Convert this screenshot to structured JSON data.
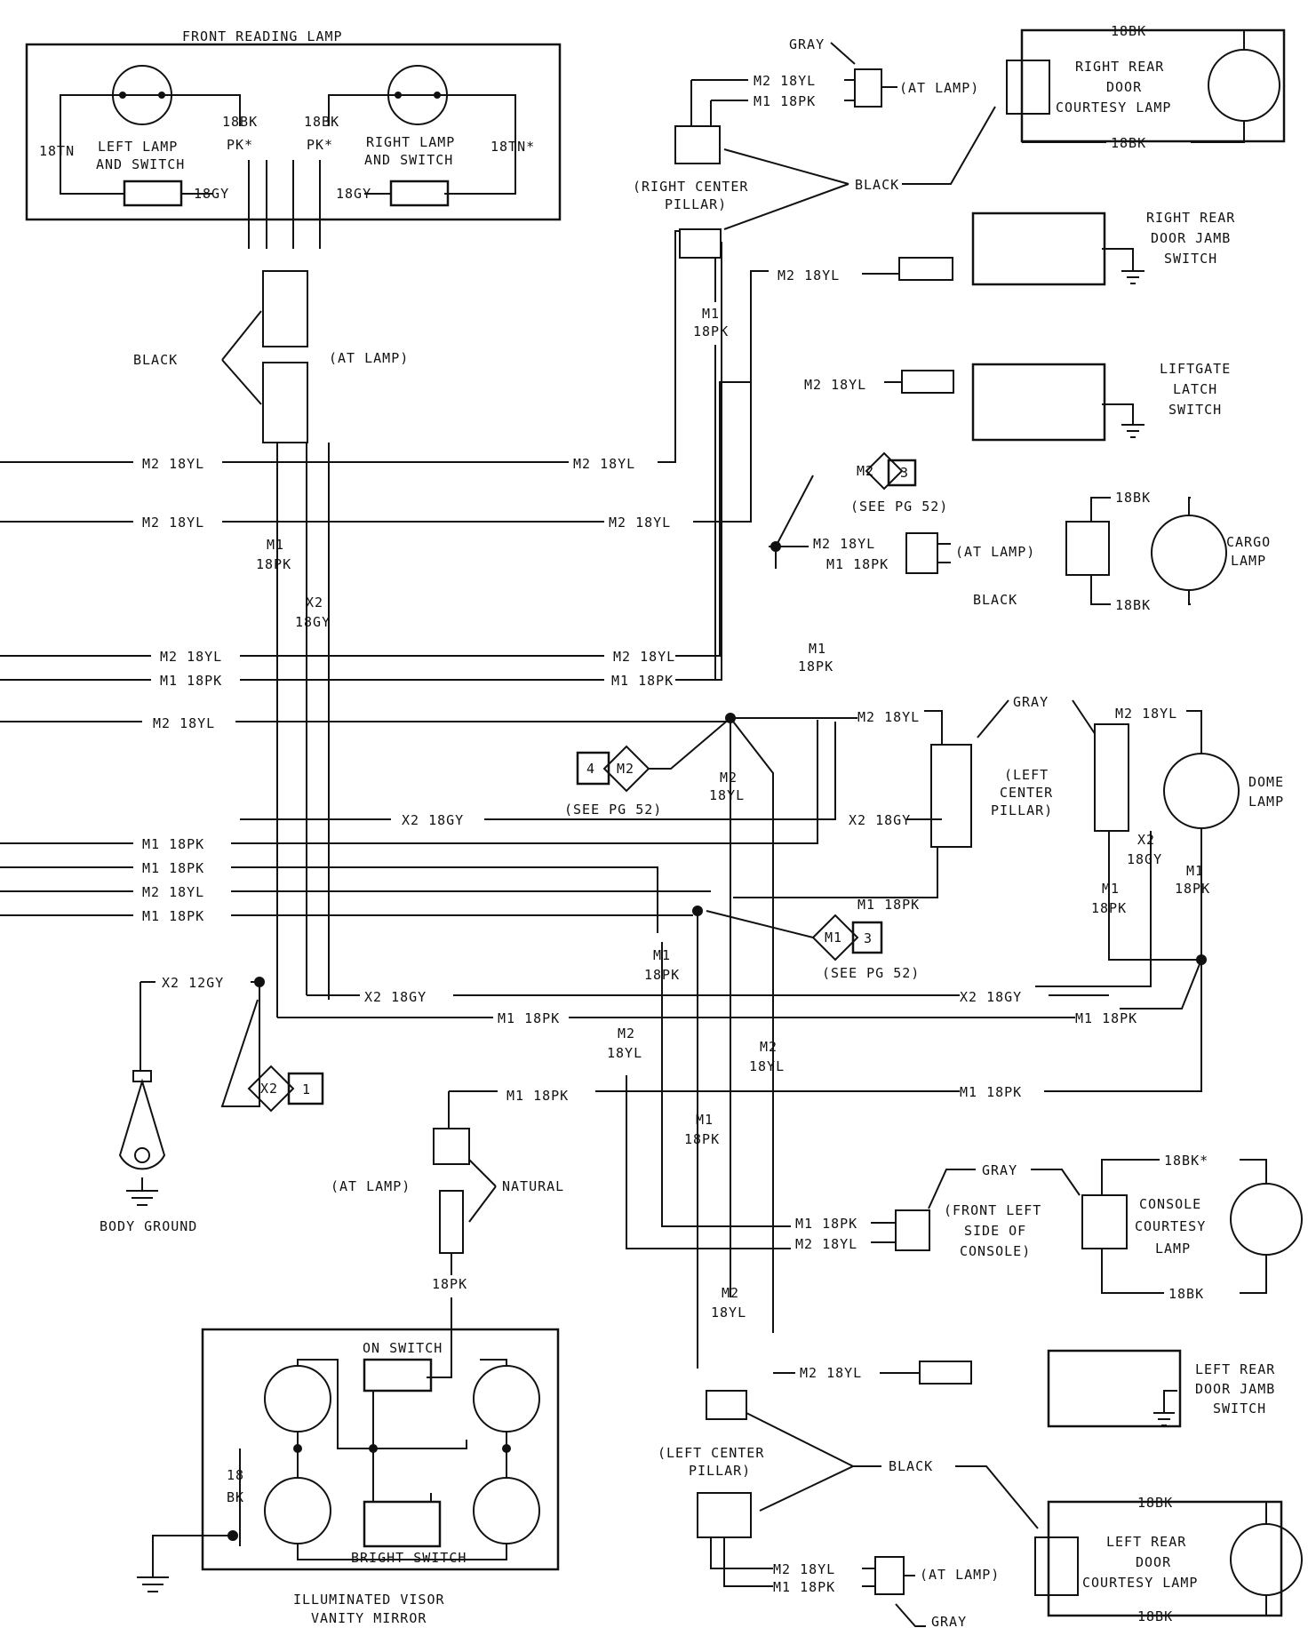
{
  "labels": {
    "front_reading_lamp": "FRONT READING LAMP",
    "left_lamp_switch_1": "LEFT LAMP",
    "left_lamp_switch_2": "AND SWITCH",
    "right_lamp_switch_1": "RIGHT LAMP",
    "right_lamp_switch_2": "AND SWITCH",
    "w18tn": "18TN",
    "w18tn_star": "18TN*",
    "w18bk": "18BK",
    "pk_star": "PK*",
    "w18gy": "18GY",
    "black": "BLACK",
    "at_lamp": "(AT LAMP)",
    "gray": "GRAY",
    "natural": "NATURAL",
    "right_center_pillar_1": "(RIGHT CENTER",
    "right_center_pillar_2": "PILLAR)",
    "right_rear_courtesy_1": "RIGHT REAR",
    "right_rear_courtesy_2": "DOOR",
    "right_rear_courtesy_3": "COURTESY LAMP",
    "right_rear_jamb_1": "RIGHT REAR",
    "right_rear_jamb_2": "DOOR JAMB",
    "right_rear_jamb_3": "SWITCH",
    "liftgate_1": "LIFTGATE",
    "liftgate_2": "LATCH",
    "liftgate_3": "SWITCH",
    "cargo_1": "CARGO",
    "cargo_2": "LAMP",
    "see_pg52": "(SEE PG 52)",
    "left_center_pillar_1": "(LEFT",
    "left_center_pillar_2": "CENTER",
    "left_center_pillar_3": "PILLAR)",
    "dome_1": "DOME",
    "dome_2": "LAMP",
    "m2_18yl": "M2 18YL",
    "m1_18pk": "M1 18PK",
    "x2_18gy": "X2 18GY",
    "x2_12gy": "X2 12GY",
    "m1": "M1",
    "m2": "M2",
    "x2": "X2",
    "g18pk": "18PK",
    "g18yl": "18YL",
    "g18gy": "18GY",
    "body_ground": "BODY GROUND",
    "front_left_console_1": "(FRONT LEFT",
    "front_left_console_2": "SIDE OF",
    "front_left_console_3": "CONSOLE)",
    "console_1": "CONSOLE",
    "console_2": "COURTESY",
    "console_3": "LAMP",
    "w18bk_star": "18BK*",
    "left_rear_jamb_1": "LEFT REAR",
    "left_rear_jamb_2": "DOOR JAMB",
    "left_rear_jamb_3": "SWITCH",
    "left_center_pillar_b1": "(LEFT CENTER",
    "left_center_pillar_b2": "PILLAR)",
    "left_rear_courtesy_1": "LEFT REAR",
    "left_rear_courtesy_2": "DOOR",
    "left_rear_courtesy_3": "COURTESY LAMP",
    "on_switch": "ON SWITCH",
    "bright_switch": "BRIGHT SWITCH",
    "w18": "18",
    "bk": "BK",
    "visor_1": "ILLUMINATED VISOR",
    "visor_2": "VANITY MIRROR",
    "ref_3": "3",
    "ref_4": "4",
    "ref_1": "1"
  }
}
